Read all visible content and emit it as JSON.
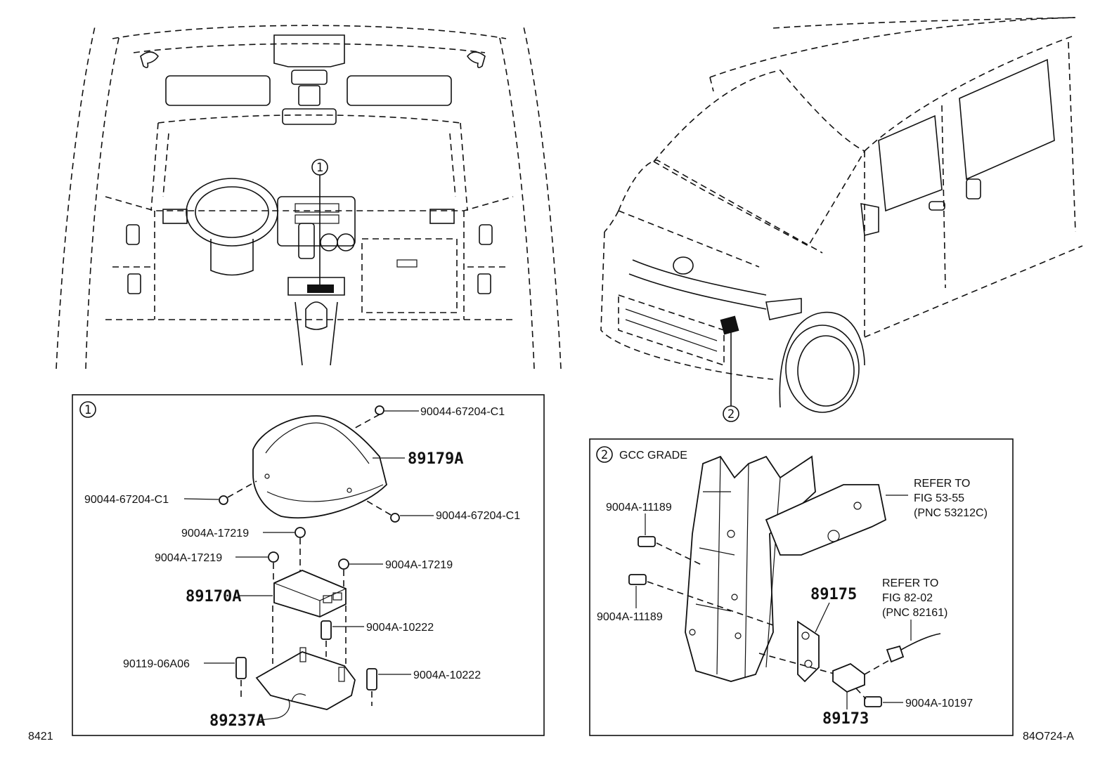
{
  "diagram_codes": {
    "left": "8421",
    "right": "84O724-A"
  },
  "callouts": {
    "one": "1",
    "two": "2"
  },
  "panel1": {
    "index": "1",
    "labels": {
      "bolt_top": "90044-67204-C1",
      "cover": "89179A",
      "bolt_left": "90044-67204-C1",
      "bolt_right": "90044-67204-C1",
      "nut_top": "9004A-17219",
      "nut_left": "9004A-17219",
      "nut_right": "9004A-17219",
      "ecu": "89170A",
      "bolt_center": "9004A-10222",
      "bolt_lower_left": "90119-06A06",
      "bolt_lower_right": "9004A-10222",
      "bracket": "89237A"
    }
  },
  "panel2": {
    "index": "2",
    "title": "GCC GRADE",
    "labels": {
      "bolt_upper": "9004A-11189",
      "bolt_lower": "9004A-11189",
      "sensor_bracket": "89175",
      "sensor": "89173",
      "bolt_sensor": "9004A-10197"
    },
    "refer1": [
      "REFER TO",
      "FIG 53-55",
      "(PNC 53212C)"
    ],
    "refer2": [
      "REFER TO",
      "FIG 82-02",
      "(PNC 82161)"
    ]
  }
}
